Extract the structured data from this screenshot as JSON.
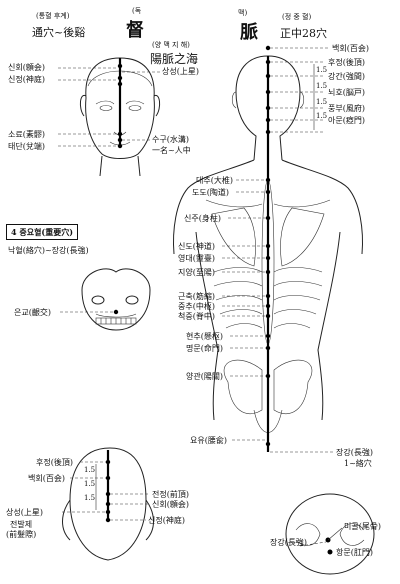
{
  "header": {
    "ruby_left": "(통혈 후계)",
    "subtitle_left": "通穴~後谿",
    "ruby_du": "(독",
    "title_du": "督",
    "ruby_mai": "맥)",
    "title_mai": "脈",
    "ruby_right": "(정 중 혈)",
    "subtitle_right": "正中28穴",
    "ruby_center": "(양 맥 지 해)",
    "center_title": "陽脈之海"
  },
  "face_labels": {
    "sinhoe": "신회(顖会)",
    "sinjeong": "신정(神庭)",
    "sangseong": "상성(上星)",
    "sojo": "소료(素髎)",
    "taedan": "태단(兌端)",
    "sugu": "수구(水溝)",
    "inzhong": "一名~人中"
  },
  "back_labels": {
    "baekhoe": "백회(百会)",
    "hujeong": "후정(後頂)",
    "ganggan": "강간(強間)",
    "noho": "뇌호(脳戸)",
    "pungbu": "풍부(風府)",
    "amun": "아문(瘂門)",
    "daechu": "대추(大椎)",
    "dodo": "도도(陶道)",
    "sinju": "신주(身柱)",
    "sindo": "신도(神道)",
    "yeongdae": "영대(靈臺)",
    "jiyang": "지양(至陽)",
    "geunchuk": "근축(筋縮)",
    "jungchu": "중추(中枢)",
    "cheokjung": "척중(脊中)",
    "hyeonchu": "현추(懸枢)",
    "myeongmun": "명문(命門)",
    "yanggwan": "양관(陽關)",
    "yoyu": "요유(腰兪)",
    "jangang": "장강(長強)",
    "luoxue": "1~絡穴"
  },
  "mouth_labels": {
    "eungyo": "은교(齦交)"
  },
  "important_box": {
    "title": "4 중요혈(重要穴)",
    "line": "낙혈(絡穴)~장강(長強)"
  },
  "scalp_labels": {
    "hujeong": "후정(後頂)",
    "baekhoe": "백회(百会)",
    "jeonjeong": "전정(前頂)",
    "sinhoe": "신회(顖会)",
    "sangseong": "상성(上星)",
    "sinjeong": "신정(神庭)",
    "jeonbalje_kr": "전발제",
    "jeonbalje_cn": "(前髮際)"
  },
  "scalp_measures": [
    "1.5",
    "1.5",
    "1.5"
  ],
  "back_measures": [
    "1.5",
    "1.5",
    "1.5",
    "1.5"
  ],
  "pelvis_labels": {
    "migol": "미골(尾骨)",
    "jangang": "장강(長強)",
    "hangmun": "항문(肛門)"
  }
}
